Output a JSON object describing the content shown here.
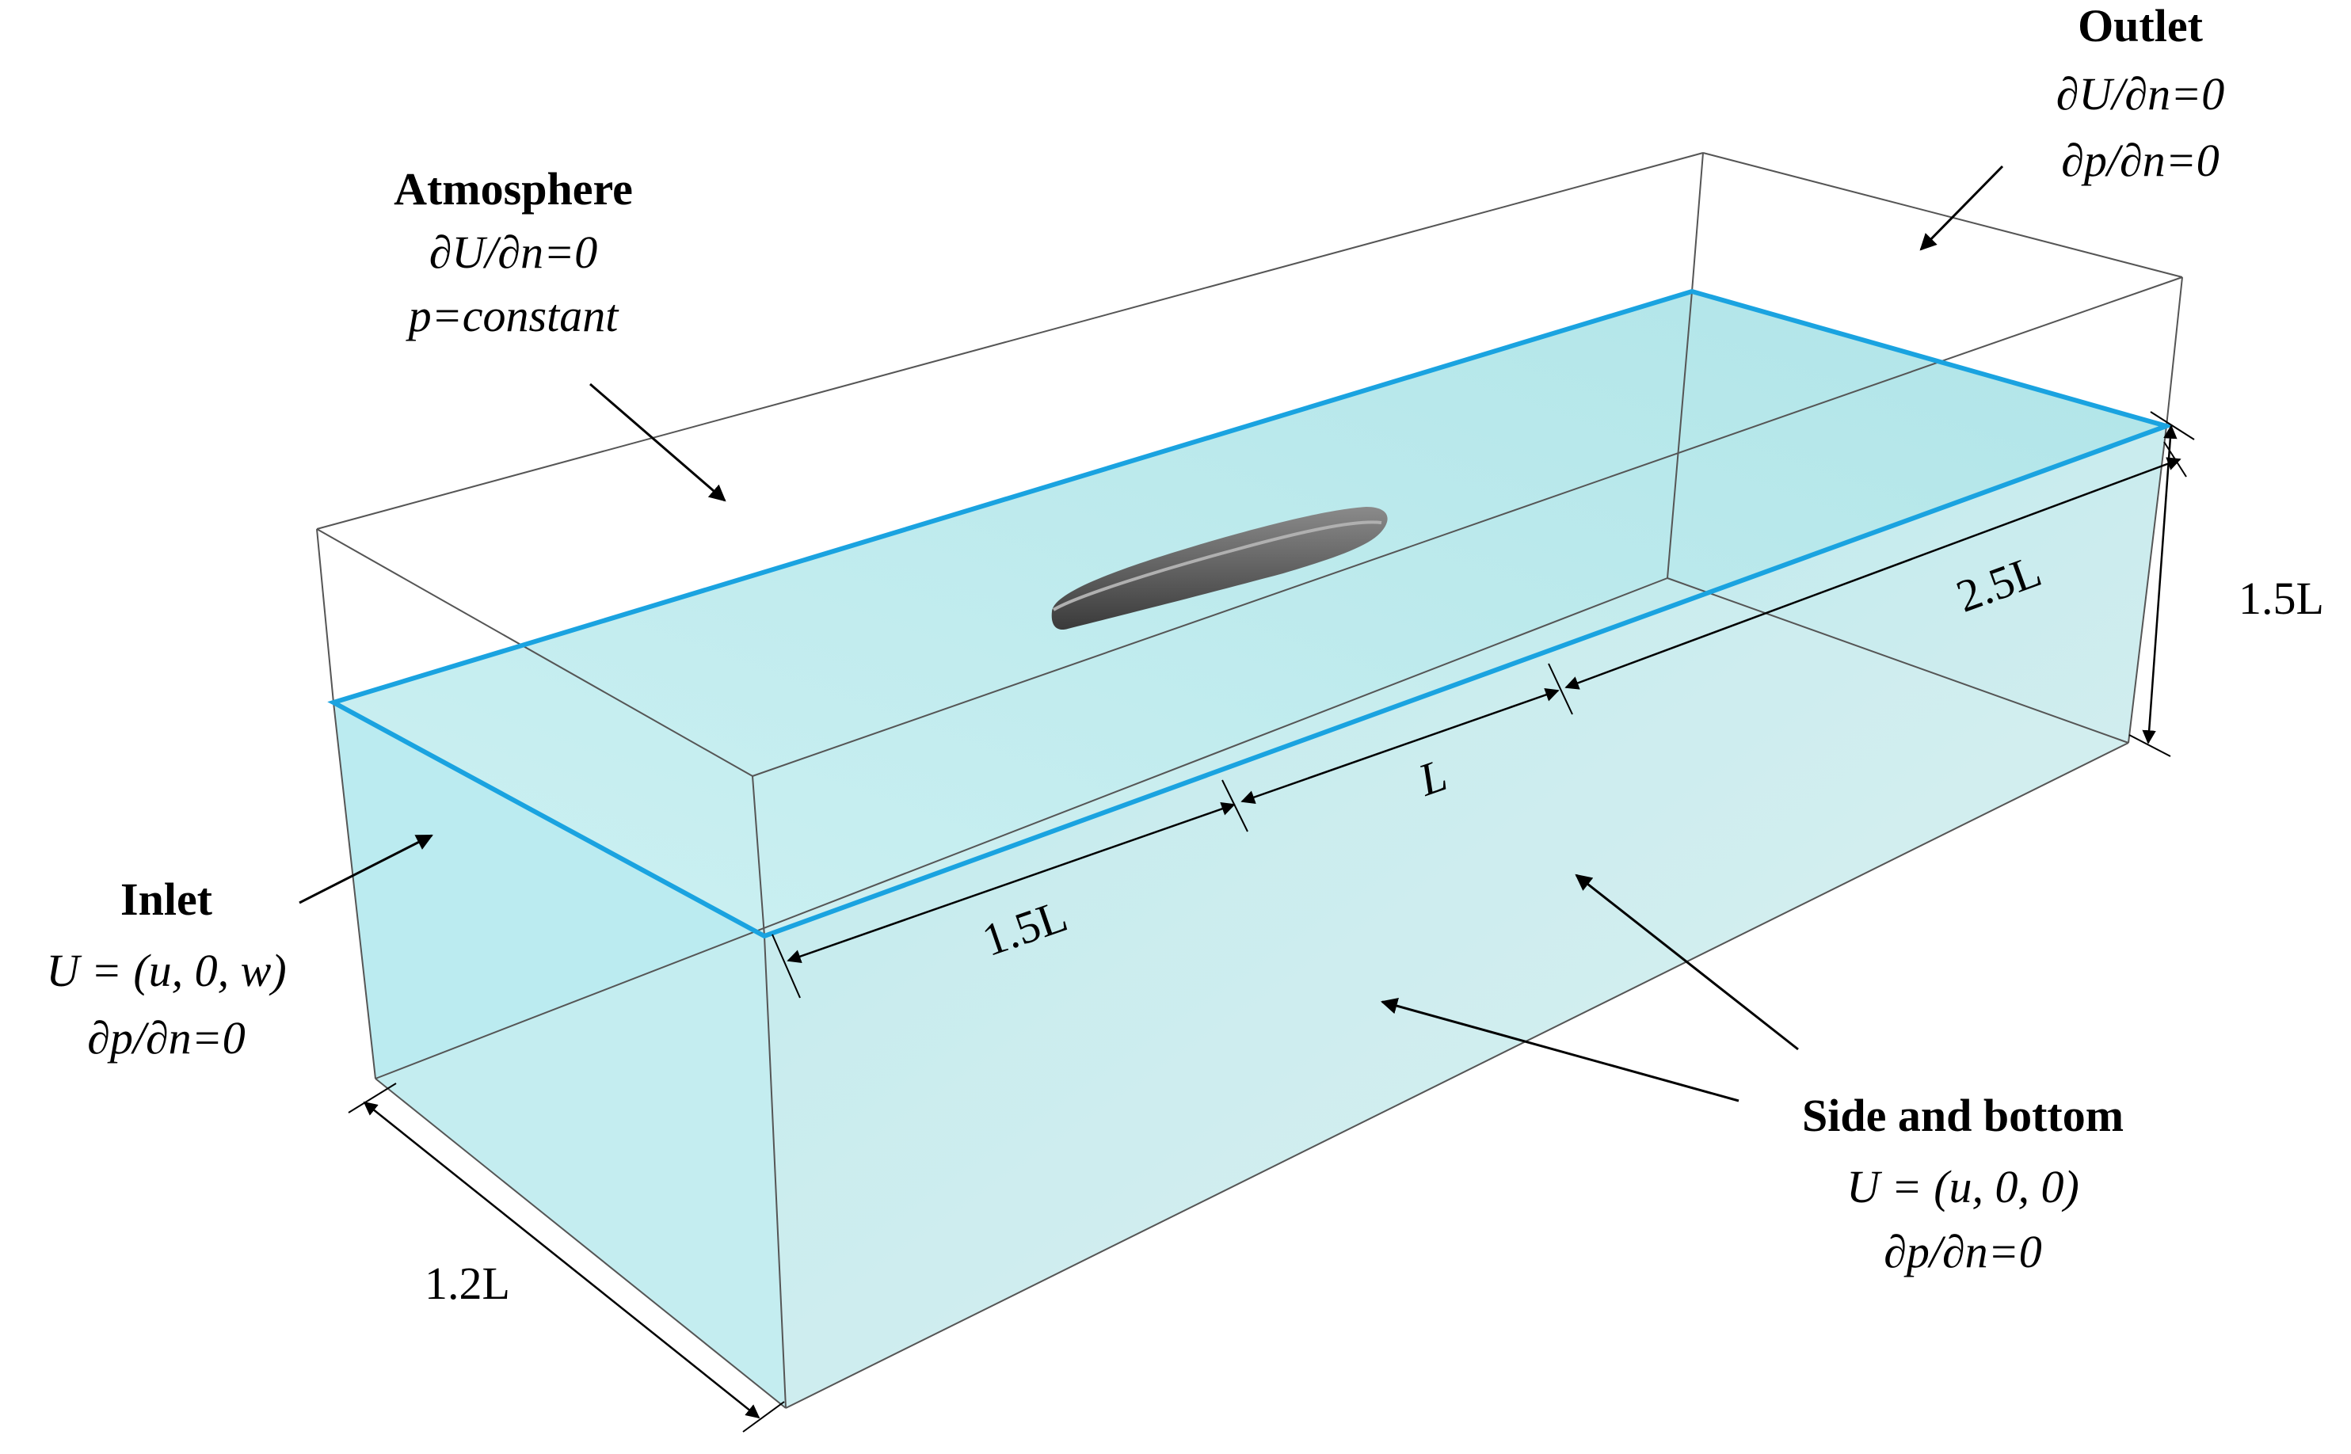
{
  "atmosphere": {
    "title": "Atmosphere",
    "cond1": "∂U/∂n=0",
    "cond2": "p=constant"
  },
  "outlet": {
    "title": "Outlet",
    "cond1": "∂U/∂n=0",
    "cond2": "∂p/∂n=0"
  },
  "inlet": {
    "title": "Inlet",
    "cond1": "U = (u, 0, w)",
    "cond2": "∂p/∂n=0"
  },
  "side_bottom": {
    "title": "Side and bottom",
    "cond1": "U = (u, 0, 0)",
    "cond2": "∂p/∂n=0"
  },
  "dimensions": {
    "upstream": "1.5L",
    "ship_length": "L",
    "downstream": "2.5L",
    "height": "1.5L",
    "width": "1.2L"
  },
  "colors": {
    "water_surface": "#1aa3e0",
    "water_fill": "#b8e8ec",
    "box_edge": "#555555",
    "ship_hull": "#555555"
  }
}
